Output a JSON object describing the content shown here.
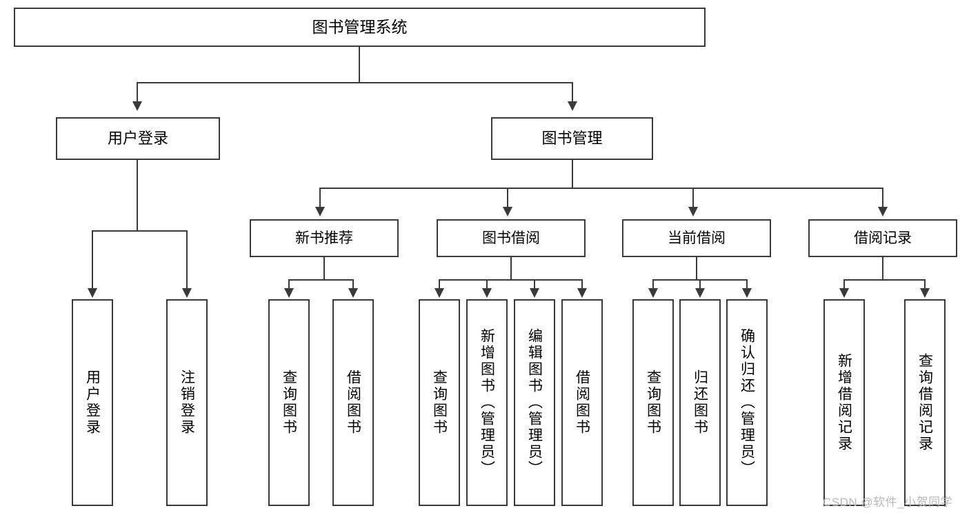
{
  "diagram": {
    "type": "tree-hierarchy-chart",
    "title": "图书管理系统",
    "colors": {
      "box_border": "#3a3a3a",
      "box_fill": "#ffffff",
      "connector": "#3a3a3a",
      "text": "#000000",
      "watermark": "#b9b9b9",
      "background": "#ffffff"
    },
    "levels": {
      "root": {
        "label": "图书管理系统"
      },
      "level1": [
        {
          "id": "user-login",
          "label": "用户登录"
        },
        {
          "id": "book-management",
          "label": "图书管理"
        }
      ],
      "level2": [
        {
          "id": "new-book-recommend",
          "label": "新书推荐",
          "parent": "book-management"
        },
        {
          "id": "book-borrow",
          "label": "图书借阅",
          "parent": "book-management"
        },
        {
          "id": "current-borrow",
          "label": "当前借阅",
          "parent": "book-management"
        },
        {
          "id": "borrow-record",
          "label": "借阅记录",
          "parent": "book-management"
        }
      ],
      "leaves": [
        {
          "id": "leaf-user-login",
          "label": "用户登录",
          "parent": "user-login"
        },
        {
          "id": "leaf-user-logout",
          "label": "注销登录",
          "parent": "user-login"
        },
        {
          "id": "leaf-query-book-1",
          "label": "查询图书",
          "parent": "new-book-recommend"
        },
        {
          "id": "leaf-borrow-book-1",
          "label": "借阅图书",
          "parent": "new-book-recommend"
        },
        {
          "id": "leaf-query-book-2",
          "label": "查询图书",
          "parent": "book-borrow"
        },
        {
          "id": "leaf-add-book",
          "label": "新增图书（管理员）",
          "parent": "book-borrow"
        },
        {
          "id": "leaf-edit-book",
          "label": "编辑图书（管理员）",
          "parent": "book-borrow"
        },
        {
          "id": "leaf-borrow-book-2",
          "label": "借阅图书",
          "parent": "book-borrow"
        },
        {
          "id": "leaf-query-book-3",
          "label": "查询图书",
          "parent": "current-borrow"
        },
        {
          "id": "leaf-return-book",
          "label": "归还图书",
          "parent": "current-borrow"
        },
        {
          "id": "leaf-confirm-return",
          "label": "确认归还（管理员）",
          "parent": "current-borrow"
        },
        {
          "id": "leaf-add-record",
          "label": "新增借阅记录",
          "parent": "borrow-record"
        },
        {
          "id": "leaf-query-record",
          "label": "查询借阅记录",
          "parent": "borrow-record"
        }
      ]
    }
  },
  "watermark": {
    "text": "CSDN @软件_小贺同学"
  }
}
